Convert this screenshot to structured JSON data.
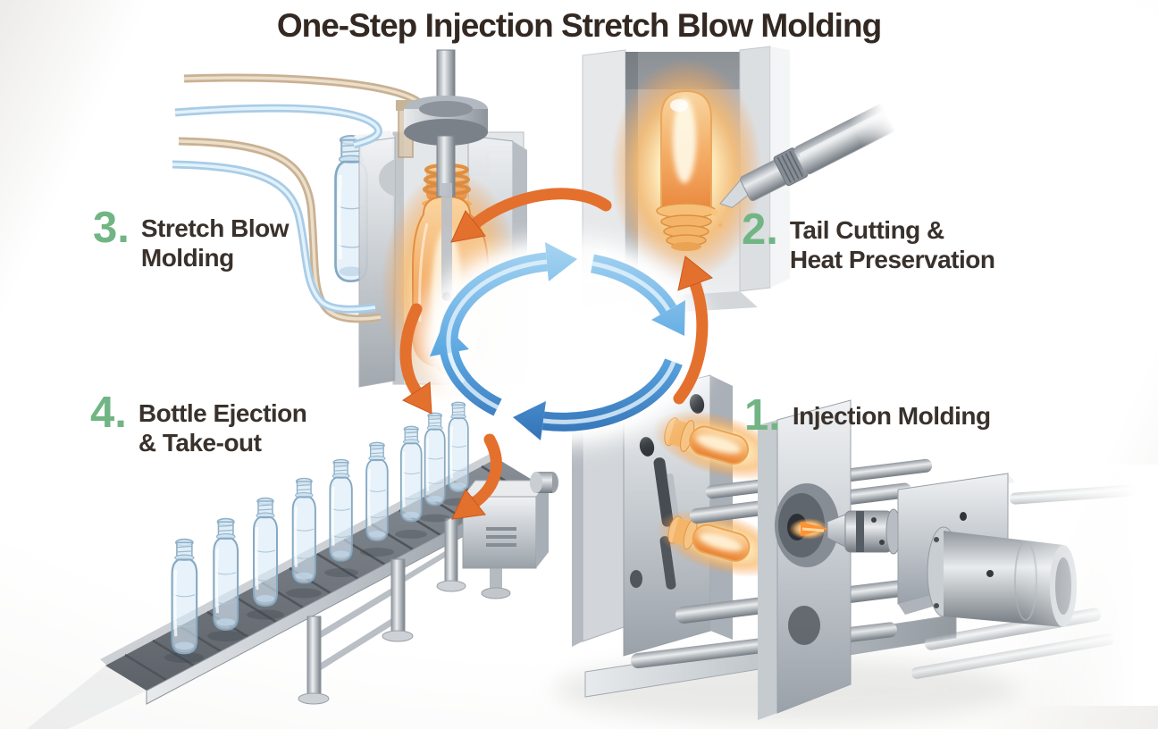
{
  "title": "One-Step Injection Stretch Blow Molding",
  "steps": [
    {
      "number": "1.",
      "line1": "Injection Molding",
      "line2": ""
    },
    {
      "number": "2.",
      "line1": "Tail Cutting &",
      "line2": "Heat Preservation"
    },
    {
      "number": "3.",
      "line1": "Stretch Blow",
      "line2": "Molding"
    },
    {
      "number": "4.",
      "line1": "Bottle Ejection",
      "line2": "& Take-out"
    }
  ],
  "cycle": {
    "shape": "elliptical-cycle-arrows",
    "segments": 4,
    "visual_direction": "clockwise",
    "color": "#4a8fd0"
  },
  "colors": {
    "title_text": "#332922",
    "label_text": "#39312b",
    "step_number_green": "#72b584",
    "process_arrow_orange": "#e4702e",
    "cycle_arrow_blue": "#4a8fd0",
    "machine_steel_gray": "#b9bec4",
    "hot_plastic_amber": "#f3a65c",
    "clear_bottle_blue": "#d9eaf6"
  },
  "scenes": {
    "stretch_blow": "stretch-blow-mold-with-amber-bottle-and-air-tubes",
    "tail_cutting": "glowing-preform-in-chamber-with-cutting-tool",
    "ejection": "conveyor-belt-with-nine-clear-bottles",
    "injection": "injection-molding-clamp-unit-with-glowing-preforms"
  }
}
